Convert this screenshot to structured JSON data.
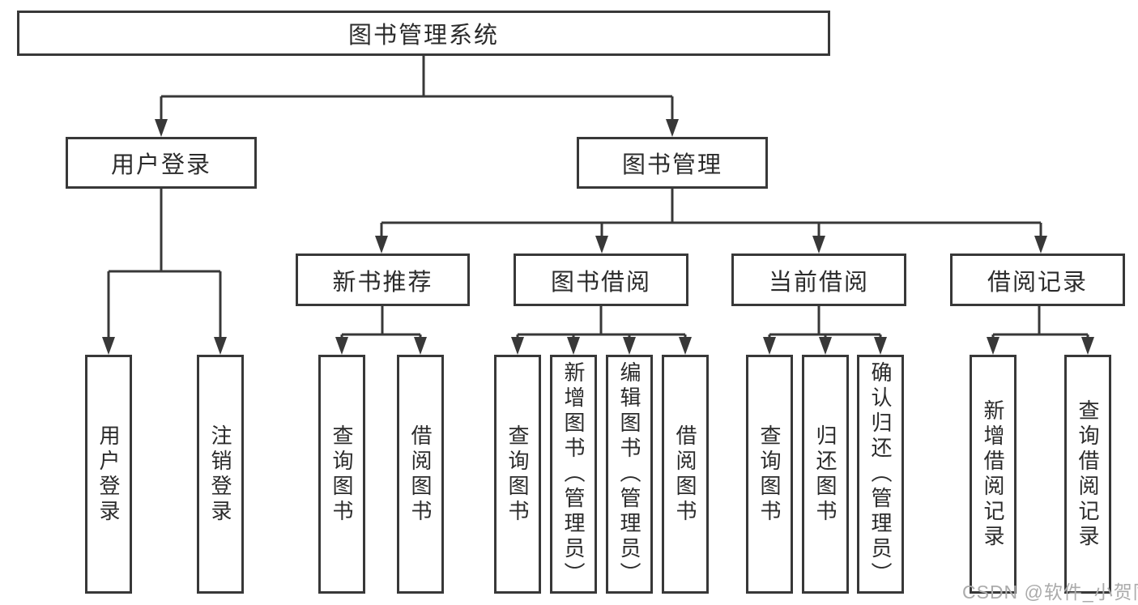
{
  "nodes": {
    "root": {
      "label": "图书管理系统"
    },
    "level2": [
      {
        "label": "用户登录",
        "parent": "图书管理系统"
      },
      {
        "label": "图书管理",
        "parent": "图书管理系统"
      }
    ],
    "level3": [
      {
        "label": "新书推荐",
        "parent": "图书管理"
      },
      {
        "label": "图书借阅",
        "parent": "图书管理"
      },
      {
        "label": "当前借阅",
        "parent": "图书管理"
      },
      {
        "label": "借阅记录",
        "parent": "图书管理"
      }
    ],
    "leaves": [
      {
        "label": "用户登录",
        "parent": "用户登录"
      },
      {
        "label": "注销登录",
        "parent": "用户登录"
      },
      {
        "label": "查询图书",
        "parent": "新书推荐"
      },
      {
        "label": "借阅图书",
        "parent": "新书推荐"
      },
      {
        "label": "查询图书",
        "parent": "图书借阅"
      },
      {
        "label": "新增图书（管理员）",
        "parent": "图书借阅"
      },
      {
        "label": "编辑图书（管理员）",
        "parent": "图书借阅"
      },
      {
        "label": "借阅图书",
        "parent": "图书借阅"
      },
      {
        "label": "查询图书",
        "parent": "当前借阅"
      },
      {
        "label": "归还图书",
        "parent": "当前借阅"
      },
      {
        "label": "确认归还（管理员）",
        "parent": "当前借阅"
      },
      {
        "label": "新增借阅记录",
        "parent": "借阅记录"
      },
      {
        "label": "查询借阅记录",
        "parent": "借阅记录"
      }
    ]
  },
  "watermark": {
    "text": "CSDN @软件_小贺同学"
  },
  "colors": {
    "line": "#383838",
    "border": "#383838",
    "text": "#2b2b2b",
    "fill": "#ffffff",
    "background": "#ffffff",
    "watermark": "#ababab"
  }
}
